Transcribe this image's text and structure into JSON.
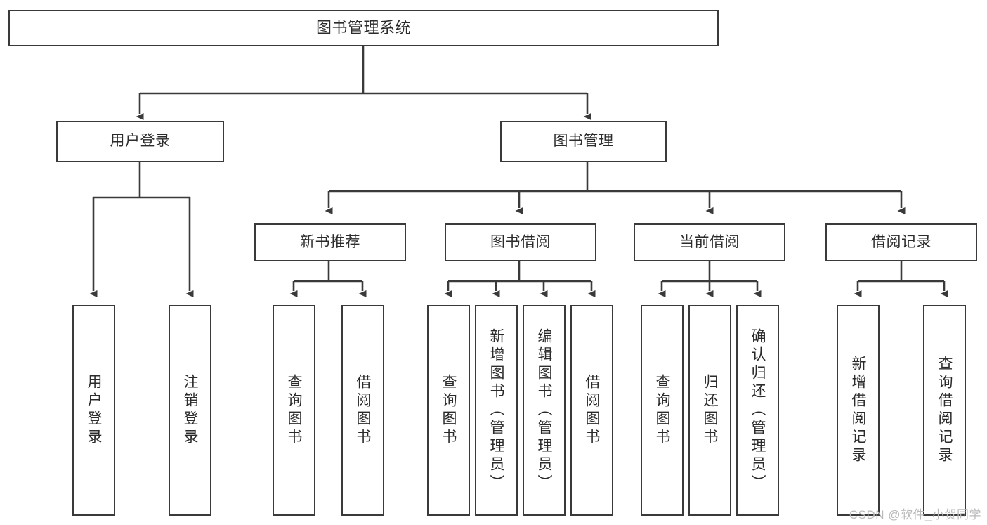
{
  "diagram": {
    "title": "图书管理系统",
    "root": {
      "label": "图书管理系统"
    },
    "level1": [
      {
        "label": "用户登录"
      },
      {
        "label": "图书管理"
      }
    ],
    "level2": [
      {
        "label": "新书推荐"
      },
      {
        "label": "图书借阅"
      },
      {
        "label": "当前借阅"
      },
      {
        "label": "借阅记录"
      }
    ],
    "leaves": {
      "user_login": [
        {
          "label": "用户登录"
        },
        {
          "label": "注销登录"
        }
      ],
      "new_book_recommend": [
        {
          "label": "查询图书"
        },
        {
          "label": "借阅图书"
        }
      ],
      "book_borrow": [
        {
          "label": "查询图书"
        },
        {
          "label": "新增图书（管理员）"
        },
        {
          "label": "编辑图书（管理员）"
        },
        {
          "label": "借阅图书"
        }
      ],
      "current_borrow": [
        {
          "label": "查询图书"
        },
        {
          "label": "归还图书"
        },
        {
          "label": "确认归还（管理员）"
        }
      ],
      "borrow_record": [
        {
          "label": "新增借阅记录"
        },
        {
          "label": "查询借阅记录"
        }
      ]
    }
  },
  "watermark": {
    "text": "CSDN @软件_小贺同学"
  },
  "colors": {
    "stroke": "#3a3a3a",
    "text": "#2b2b2b",
    "background": "#ffffff",
    "watermark": "#b9b9b9"
  }
}
